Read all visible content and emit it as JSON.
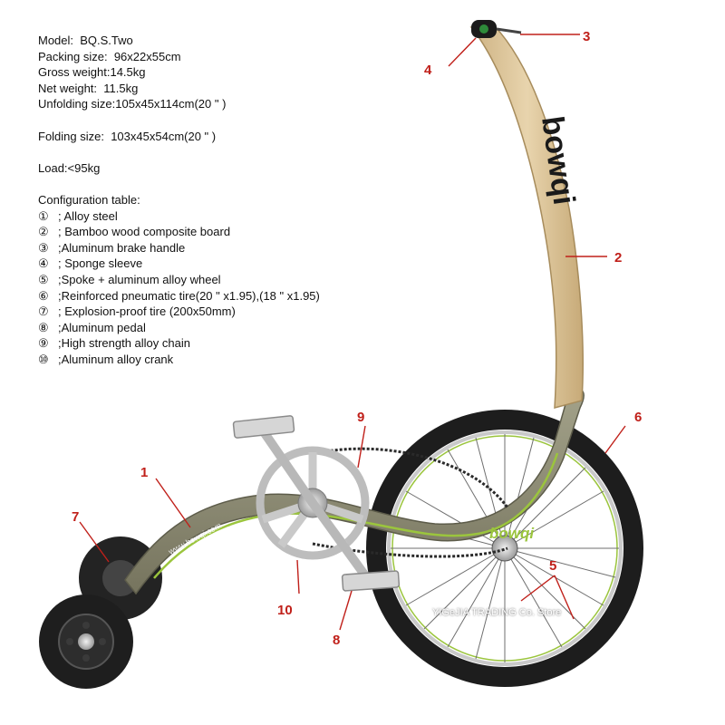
{
  "specs": {
    "model": "Model:  BQ.S.Two",
    "packing_size": "Packing size:  96x22x55cm",
    "gross_weight": "Gross weight:14.5kg",
    "net_weight": "Net weight:  11.5kg",
    "unfolding_size": "Unfolding size:105x45x114cm(20 \" )",
    "folding_size": "Folding size:  103x45x54cm(20 \" )",
    "load": "Load:<95kg"
  },
  "config": {
    "title": "Configuration table:",
    "items": [
      {
        "num": "①",
        "text": "; Alloy steel"
      },
      {
        "num": "②",
        "text": "; Bamboo wood composite board"
      },
      {
        "num": "③",
        "text": ";Aluminum brake handle"
      },
      {
        "num": "④",
        "text": "; Sponge sleeve"
      },
      {
        "num": "⑤",
        "text": ";Spoke + aluminum alloy wheel"
      },
      {
        "num": "⑥",
        "text": ";Reinforced pneumatic tire(20 \" x1.95),(18 \" x1.95)"
      },
      {
        "num": "⑦",
        "text": "; Explosion-proof tire (200x50mm)"
      },
      {
        "num": "⑧",
        "text": ";Aluminum pedal"
      },
      {
        "num": "⑨",
        "text": ";High strength alloy chain"
      },
      {
        "num": "⑩",
        "text": ";Aluminum alloy crank"
      }
    ]
  },
  "callouts": {
    "c1": "1",
    "c2": "2",
    "c3": "3",
    "c4": "4",
    "c5": "5",
    "c6": "6",
    "c7": "7",
    "c8": "8",
    "c9": "9",
    "c10": "10"
  },
  "branding": {
    "bowqi_vertical": "bowqi",
    "bowqi_frame": "bowqi",
    "frame_small": "www.bowqi.com",
    "watermark": "YIGeJIA TRADING Co. Store"
  },
  "colors": {
    "callout_red": "#c0201a",
    "frame_gray": "#8b8a73",
    "wood": "#ddc59a",
    "accent_green": "#9bc53d",
    "tire": "#1f1f1f"
  }
}
